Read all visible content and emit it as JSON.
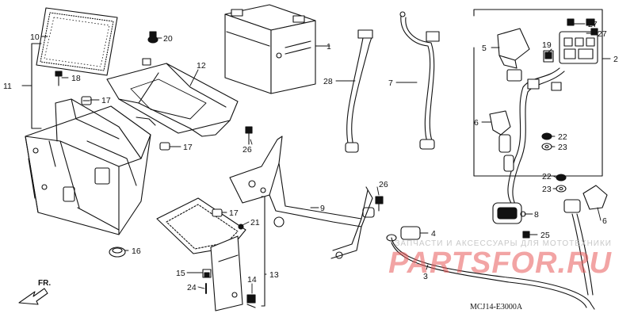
{
  "diagram": {
    "callouts": [
      {
        "id": "c10",
        "text": "10"
      },
      {
        "id": "c11",
        "text": "11"
      },
      {
        "id": "c20",
        "text": "20"
      },
      {
        "id": "c18",
        "text": "18"
      },
      {
        "id": "c17a",
        "text": "17"
      },
      {
        "id": "c12",
        "text": "12"
      },
      {
        "id": "c17b",
        "text": "17"
      },
      {
        "id": "c1",
        "text": "1"
      },
      {
        "id": "c28",
        "text": "28"
      },
      {
        "id": "c7",
        "text": "7"
      },
      {
        "id": "c26a",
        "text": "26"
      },
      {
        "id": "c26b",
        "text": "26"
      },
      {
        "id": "c9",
        "text": "9"
      },
      {
        "id": "c17c",
        "text": "17"
      },
      {
        "id": "c21",
        "text": "21"
      },
      {
        "id": "c16",
        "text": "16"
      },
      {
        "id": "c13",
        "text": "13"
      },
      {
        "id": "c15",
        "text": "15"
      },
      {
        "id": "c24",
        "text": "24"
      },
      {
        "id": "c14",
        "text": "14"
      },
      {
        "id": "c4",
        "text": "4"
      },
      {
        "id": "c3",
        "text": "3"
      },
      {
        "id": "c5",
        "text": "5"
      },
      {
        "id": "c2",
        "text": "2"
      },
      {
        "id": "c27a",
        "text": "27"
      },
      {
        "id": "c27b",
        "text": "27"
      },
      {
        "id": "c19",
        "text": "19"
      },
      {
        "id": "c6a",
        "text": "6"
      },
      {
        "id": "c22a",
        "text": "22"
      },
      {
        "id": "c23a",
        "text": "23"
      },
      {
        "id": "c22b",
        "text": "22"
      },
      {
        "id": "c23b",
        "text": "23"
      },
      {
        "id": "c8",
        "text": "8"
      },
      {
        "id": "c25",
        "text": "25"
      },
      {
        "id": "c6b",
        "text": "6"
      }
    ],
    "direction_label": "FR.",
    "diagram_code": "MCJ14-E3000A",
    "watermark": {
      "top": "ЗАПЧАСТИ И АКСЕССУАРЫ ДЛЯ МОТОТЕХНИКИ",
      "brand": "PARTSFOR.RU"
    },
    "colors": {
      "ink": "#111111",
      "watermark": "#e85a5a"
    }
  }
}
